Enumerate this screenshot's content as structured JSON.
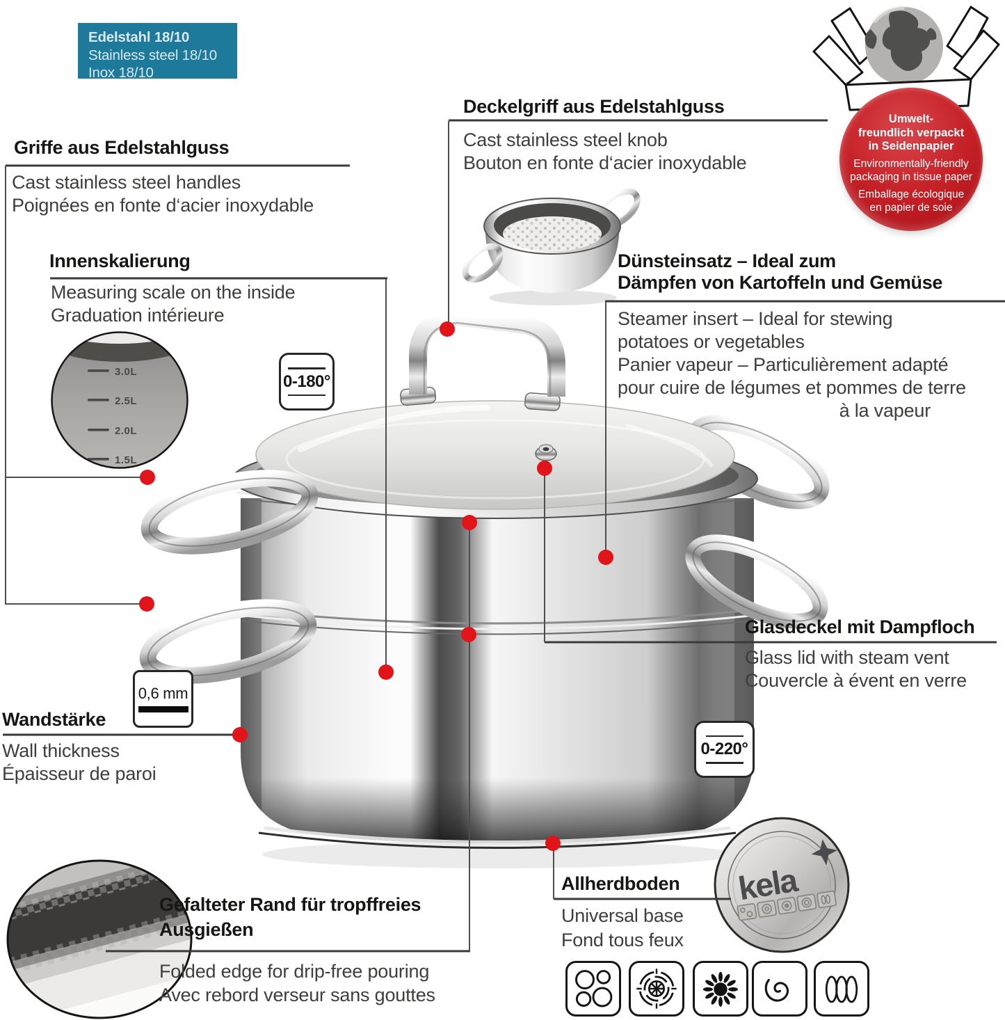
{
  "material_box": {
    "bg": "#1e7a9a",
    "lines": [
      "Edelstahl 18/10",
      "Stainless steel 18/10",
      "Inox 18/10"
    ]
  },
  "eco_badge": {
    "color": "#c2181e",
    "lines_bold": [
      "Umwelt-",
      "freundlich verpackt",
      "in Seidenpapier"
    ],
    "lines_en": [
      "Environmentally-friendly",
      "packaging in tissue paper"
    ],
    "lines_fr": [
      "Emballage écologique",
      "en papier de soie"
    ]
  },
  "annotations": {
    "handles": {
      "title": "Griffe aus Edelstahlguss",
      "lines": [
        "Cast stainless steel handles",
        "Poignées en fonte d‘acier inoxydable"
      ]
    },
    "lid_knob": {
      "title": "Deckelgriff aus Edelstahlguss",
      "lines": [
        "Cast stainless steel knob",
        "Bouton en fonte d‘acier inoxydable"
      ]
    },
    "inner_scale": {
      "title": "Innenskalierung",
      "lines": [
        "Measuring scale on the inside",
        "Graduation intérieure"
      ]
    },
    "steamer_insert": {
      "title_lines": [
        "Dünsteinsatz – Ideal zum",
        "Dämpfen von Kartoffeln und Gemüse"
      ],
      "lines": [
        "Steamer insert – Ideal for stewing",
        "potatoes or vegetables",
        "Panier vapeur – Particulièrement adapté",
        "pour cuire de légumes et pommes de terre",
        "à la vapeur"
      ]
    },
    "glass_lid": {
      "title": "Glasdeckel mit Dampfloch",
      "lines": [
        "Glass lid with steam vent",
        "Couvercle à évent en verre"
      ]
    },
    "wall": {
      "title": "Wandstärke",
      "lines": [
        "Wall thickness",
        "Épaisseur de paroi"
      ]
    },
    "folded_rim": {
      "title_lines": [
        "Gefalteter Rand für tropffreies",
        "Ausgießen"
      ],
      "lines": [
        "Folded edge for drip-free pouring",
        "Avec rebord verseur sans gouttes"
      ]
    },
    "base": {
      "title": "Allherdboden",
      "lines": [
        "Universal base",
        "Fond tous feux"
      ]
    }
  },
  "badges": {
    "lid_temp": "0-180°",
    "pot_temp": "0-220°",
    "wall_thickness": "0,6 mm"
  },
  "measuring_scale_labels": [
    "3.0L",
    "2.5L",
    "2.0L",
    "1.5L"
  ],
  "brand": {
    "logo_text": "kela"
  },
  "hob_icons": [
    "solid-plate-hob-icon",
    "electric-coil-hob-icon",
    "gas-hob-icon",
    "radiant-spiral-hob-icon",
    "induction-hob-icon"
  ],
  "colors": {
    "accent_red": "#e01419",
    "teal": "#1e7a9a",
    "heading": "#161615",
    "body_text": "#3e3e3d",
    "line": "#3f3f3f"
  }
}
